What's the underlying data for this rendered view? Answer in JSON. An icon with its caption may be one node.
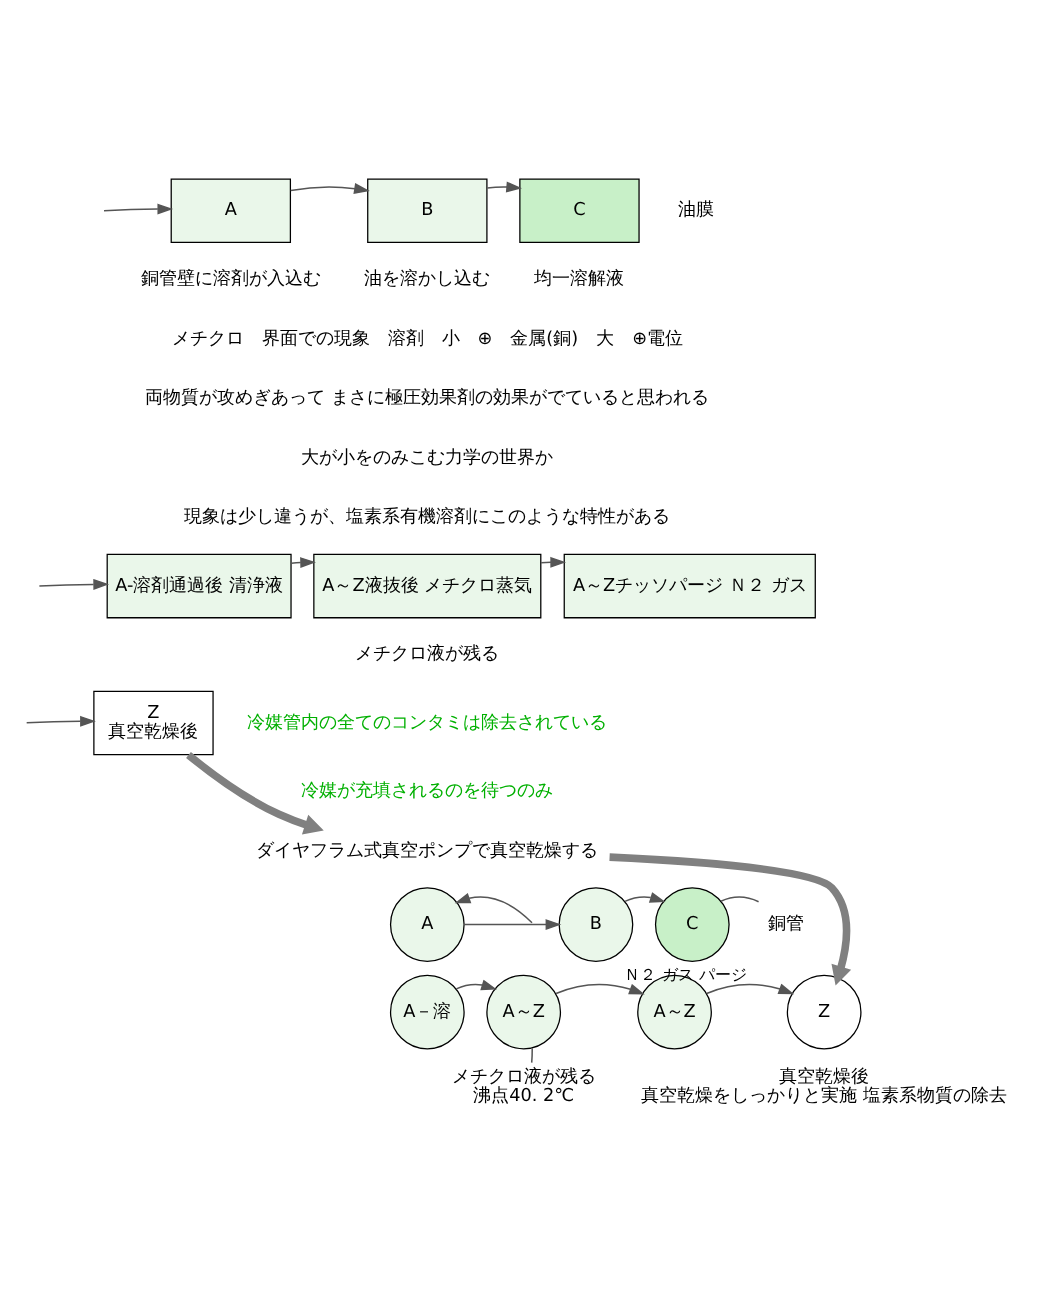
{
  "diagram": {
    "nodes": [
      {
        "text": [
          "A"
        ],
        "beside": [
          "銅管壁に溶剤が入込む"
        ]
      },
      {
        "text": [
          "B"
        ],
        "beside": [
          "油を溶かし込む"
        ]
      },
      {
        "text": [
          "C"
        ],
        "beside": [
          "均一溶解液"
        ]
      },
      {
        "text": [
          "A-溶剤通過後 清浄液"
        ]
      },
      {
        "text": [
          "A～Z液抜後 メチクロ蒸気"
        ],
        "beside": [
          "メチクロ液が残る"
        ]
      },
      {
        "text": [
          "A～Zチッソパージ Ｎ２ ガス"
        ]
      },
      {
        "text": [
          "Z",
          "真空乾燥後"
        ]
      },
      {
        "text": [
          "ダイヤフラム式真空ポンプで真空乾燥する"
        ]
      },
      {
        "text": [
          "A"
        ]
      },
      {
        "text": [
          "B"
        ]
      },
      {
        "text": [
          "C"
        ]
      },
      {
        "text": [
          "銅管"
        ]
      },
      {
        "text": [
          "A－溶"
        ]
      },
      {
        "text": [
          "A～Z"
        ]
      },
      {
        "text": [
          "メチクロ液が残る",
          "沸点40. 2℃"
        ]
      },
      {
        "text": [
          "A～Z"
        ]
      },
      {
        "text": [
          "Z"
        ],
        "beside": [
          "真空乾燥後",
          "真空乾燥をしっかりと実施 塩素系物質の除去"
        ]
      }
    ],
    "edges": [
      {
        "from": null,
        "to": 0,
        "arrow": "to"
      },
      {
        "from": 0,
        "to": 1,
        "arrow": "to"
      },
      {
        "from": 1,
        "to": 2,
        "arrow": "to"
      },
      {
        "from": null,
        "to": 3,
        "arrow": "to"
      },
      {
        "from": 3,
        "to": 4,
        "arrow": "to"
      },
      {
        "from": 4,
        "to": 5,
        "arrow": "to"
      },
      {
        "from": null,
        "to": 6,
        "arrow": "to"
      },
      {
        "from": 6,
        "to": 7,
        "arrow": "to",
        "style": "thick",
        "color": "#808080"
      },
      {
        "from": 7,
        "to": 16,
        "arrow": "to",
        "style": "thick",
        "color": "#808080"
      },
      {
        "from": null,
        "to": 8,
        "arrow": "to"
      },
      {
        "from": 8,
        "to": 9,
        "arrow": "to"
      },
      {
        "from": 9,
        "to": 10,
        "arrow": "to"
      },
      {
        "from": 11,
        "to": 10,
        "arrow": "none"
      },
      {
        "from": 12,
        "to": 13,
        "arrow": "to"
      },
      {
        "from": 13,
        "to": 15,
        "arrow": "to"
      },
      {
        "from": 14,
        "to": 13,
        "arrow": "none"
      },
      {
        "from": 15,
        "to": 16,
        "arrow": "to",
        "label": "Ｎ２ ガス パージ"
      }
    ],
    "labels": [
      "油膜",
      "メチクロ　界面での現象　溶剤　小　⊕　金属(銅)　大　⊕電位",
      "両物質が攻めぎあって まさに極圧効果剤の効果がでていると思われる",
      "大が小をのみこむ力学の世界か",
      "現象は少し違うが、塩素系有機溶剤にこのような特性がある",
      "冷媒管内の全てのコンタミは除去されている",
      "冷媒が充填されるのを待つのみ"
    ]
  }
}
